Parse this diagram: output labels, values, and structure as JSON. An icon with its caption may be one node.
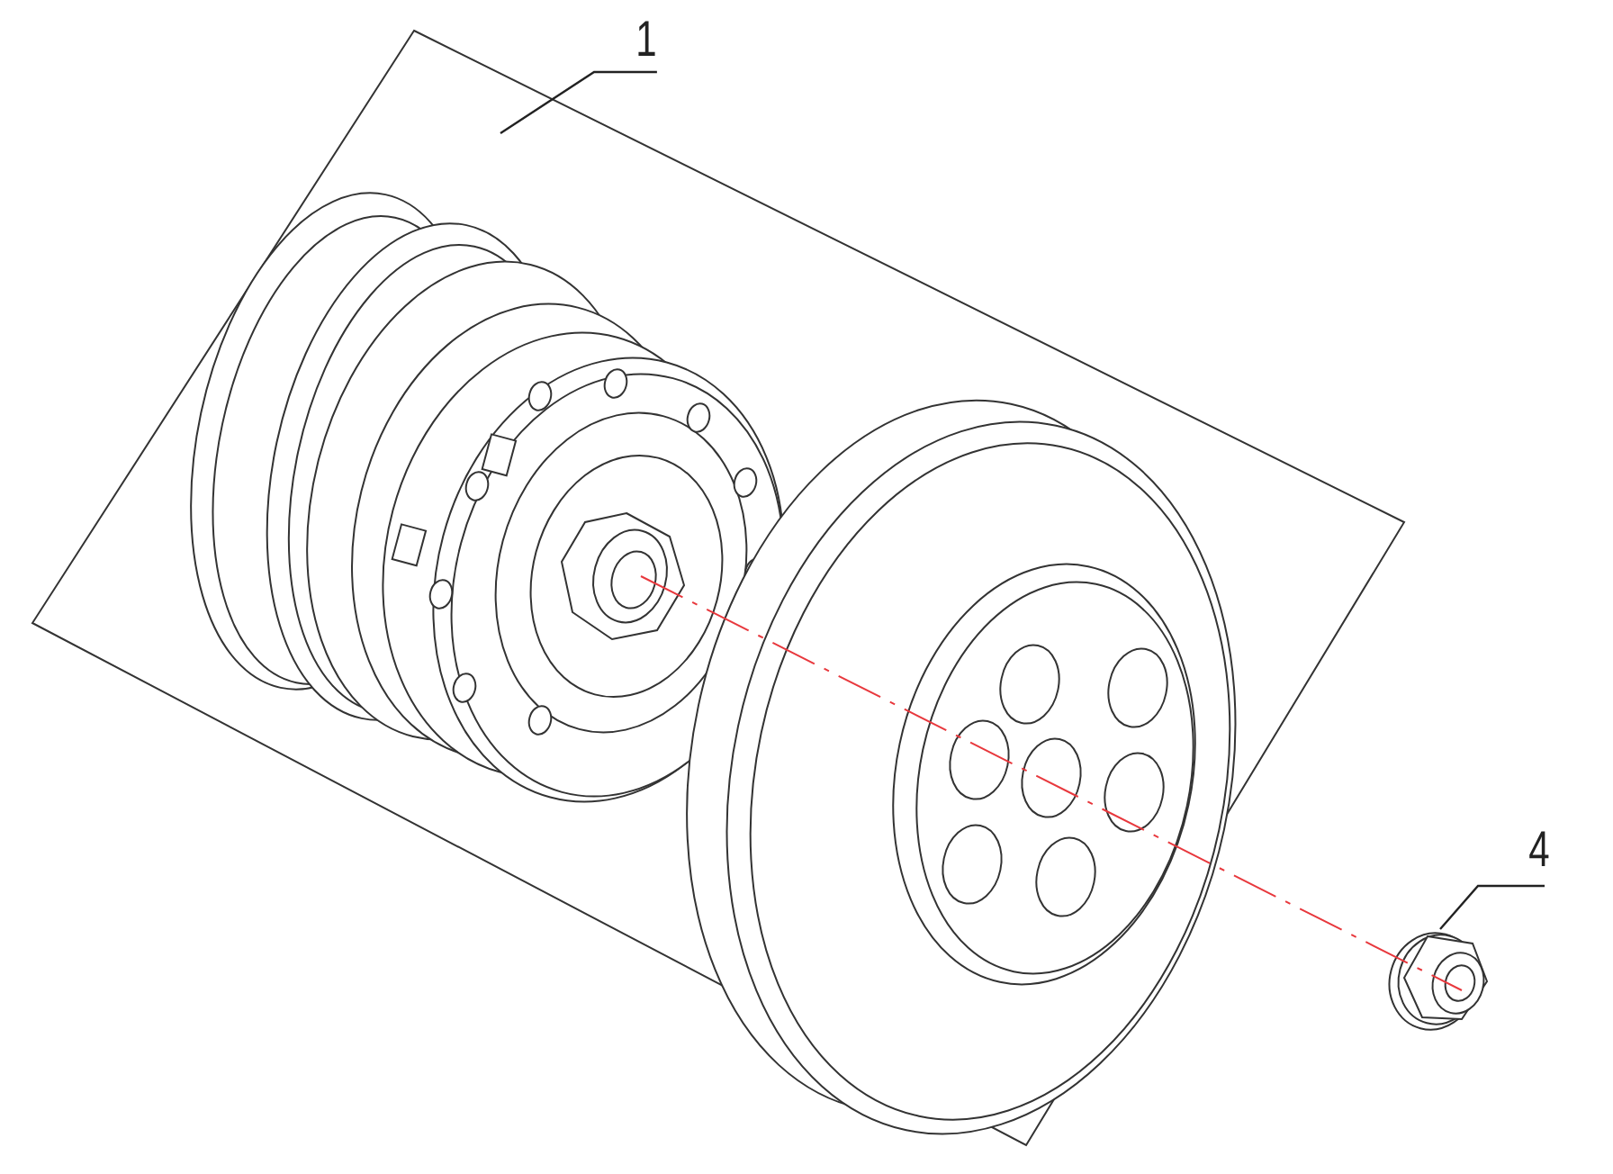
{
  "diagram": {
    "nodes": [
      {
        "text": [
          "1"
        ]
      },
      {
        "text": [],
        "shape": "picture"
      },
      {
        "text": [
          "4"
        ]
      },
      {
        "text": [],
        "shape": "picture"
      }
    ],
    "edges": [
      {
        "from": 0,
        "to": 1,
        "arrow": "none"
      },
      {
        "from": 2,
        "to": 3,
        "arrow": "none"
      }
    ]
  }
}
